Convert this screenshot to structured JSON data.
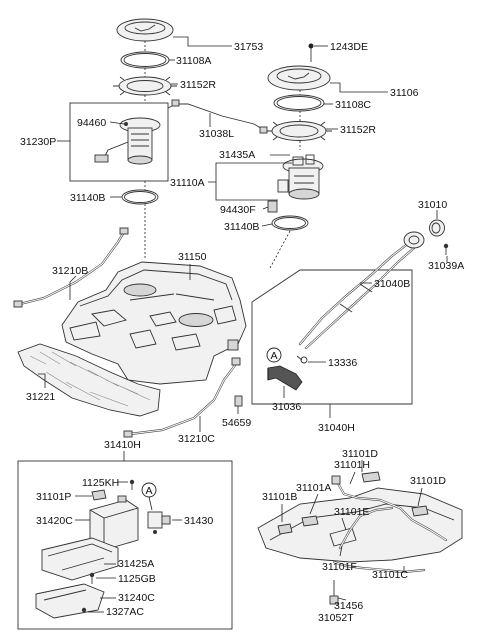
{
  "diagram": {
    "labels": {
      "p31753": "31753",
      "p31108A": "31108A",
      "p31152R_top": "31152R",
      "p1243DE": "1243DE",
      "p31106": "31106",
      "p31108C": "31108C",
      "p94460": "94460",
      "p31230P": "31230P",
      "p31038L": "31038L",
      "p31152R_mid": "31152R",
      "p31435A": "31435A",
      "p31110A": "31110A",
      "p31140B_left": "31140B",
      "p94430F": "94430F",
      "p31140B_right": "31140B",
      "p31010": "31010",
      "p31150": "31150",
      "p31210B": "31210B",
      "p31039A": "31039A",
      "p31040B": "31040B",
      "p13336": "13336",
      "p31221": "31221",
      "p31036": "31036",
      "p54659": "54659",
      "p31210C": "31210C",
      "p31040H": "31040H",
      "p31410H": "31410H",
      "p1125KH": "1125KH",
      "p31101P": "31101P",
      "p31420C": "31420C",
      "p31430": "31430",
      "p31425A": "31425A",
      "p1125GB": "1125GB",
      "p31240C": "31240C",
      "p1327AC": "1327AC",
      "p31101D_top": "31101D",
      "p31101H": "31101H",
      "p31101B": "31101B",
      "p31101A": "31101A",
      "p31101D_right": "31101D",
      "p31101E": "31101E",
      "p31101F": "31101F",
      "p31101C": "31101C",
      "p31456": "31456",
      "p31052T": "31052T",
      "ref_A_top": "A",
      "ref_A_bottom": "A"
    }
  }
}
